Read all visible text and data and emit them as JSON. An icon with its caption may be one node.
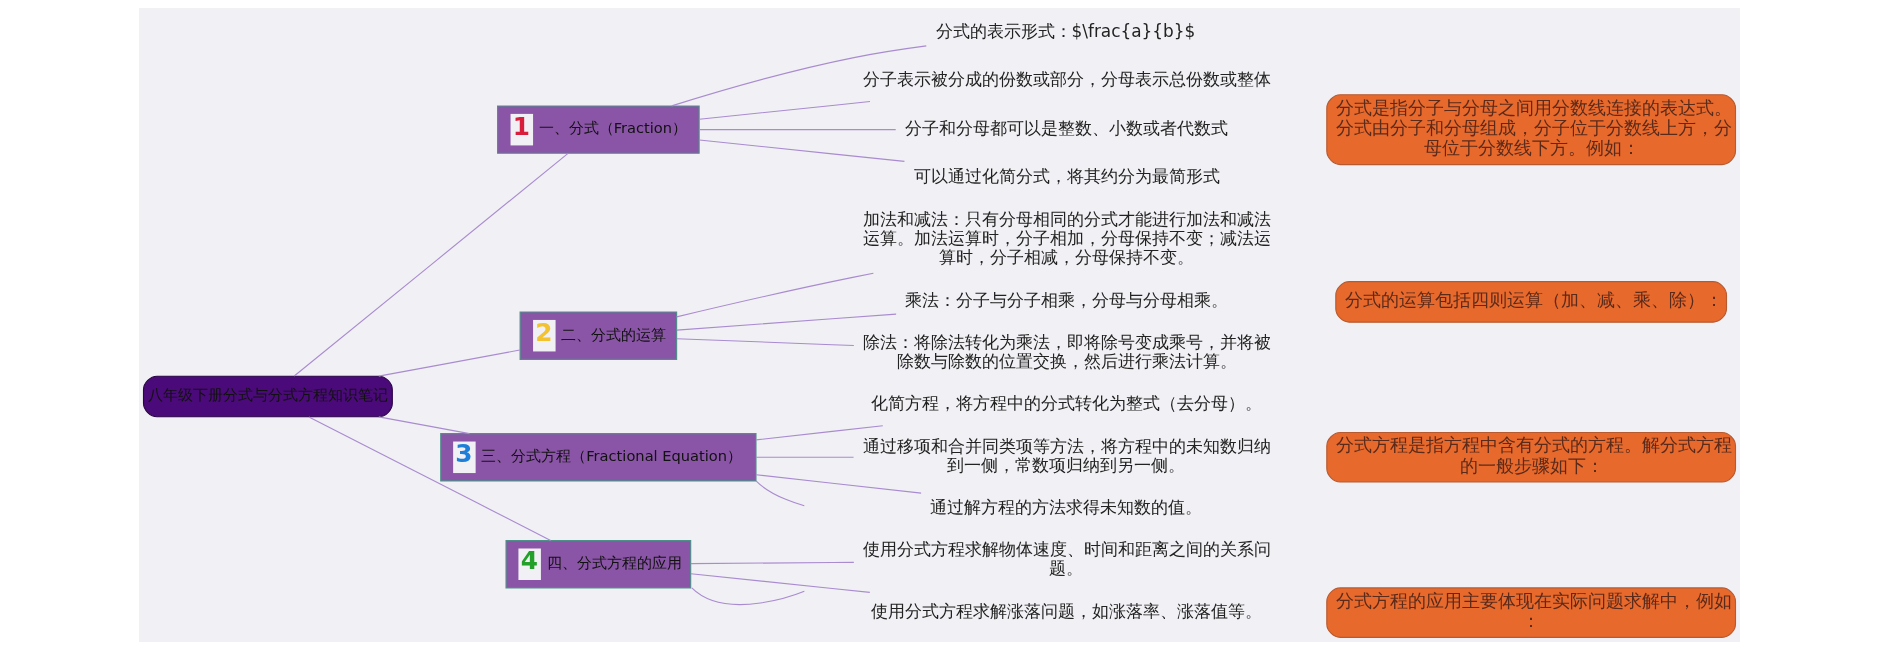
{
  "diagram": {
    "nodes": [
      {
        "text": [
          "八年级下册分式与分式方程知识笔记"
        ]
      },
      {
        "text": [
          "1",
          "一、分式（Fraction）"
        ]
      },
      {
        "text": [
          "分式的表示形式：$\\frac{a}{b}$"
        ]
      },
      {
        "text": [
          "分子表示被分成的份数或部分，分母表示总份数或整体"
        ]
      },
      {
        "text": [
          "分子和分母都可以是整数、小数或者代数式"
        ]
      },
      {
        "text": [
          "可以通过化简分式，将其约分为最简形式"
        ]
      },
      {
        "text": [
          "分式是指分子与分母之间用分数线连接的表达式。分式由分子和分母组成，分子位于分数线上方，分母位于分数线下方。例如："
        ]
      },
      {
        "text": [
          "2",
          "二、分式的运算"
        ]
      },
      {
        "text": [
          "加法和减法：只有分母相同的分式才能进行加法和减法运算。加法运算时，分子相加，分母保持不变；减法运算时，分子相减，分母保持不变。"
        ]
      },
      {
        "text": [
          "乘法：分子与分子相乘，分母与分母相乘。"
        ]
      },
      {
        "text": [
          "除法：将除法转化为乘法，即将除号变成乘号，并将被除数与除数的位置交换，然后进行乘法计算。"
        ]
      },
      {
        "text": [
          "分式的运算包括四则运算（加、减、乘、除）："
        ]
      },
      {
        "text": [
          "3",
          "三、分式方程（Fractional Equation）"
        ]
      },
      {
        "text": [
          "化简方程，将方程中的分式转化为整式（去分母）。"
        ]
      },
      {
        "text": [
          "通过移项和合并同类项等方法，将方程中的未知数归纳到一侧，常数项归纳到另一侧。"
        ]
      },
      {
        "text": [
          "通过解方程的方法求得未知数的值。"
        ]
      },
      {
        "text": [
          "分式方程是指方程中含有分式的方程。解分式方程的一般步骤如下："
        ]
      },
      {
        "text": [
          "4",
          "四、分式方程的应用"
        ]
      },
      {
        "text": [
          "使用分式方程求解物体速度、时间和距离之间的关系问题。"
        ]
      },
      {
        "text": [
          "使用分式方程求解涨落问题，如涨落率、涨落值等。"
        ]
      },
      {
        "text": [
          "分式方程的应用主要体现在实际问题求解中，例如："
        ]
      }
    ],
    "edges": [
      {
        "from": 0,
        "to": 1,
        "arrow": "none"
      },
      {
        "from": 1,
        "to": 2,
        "arrow": "none"
      },
      {
        "from": 1,
        "to": 3,
        "arrow": "none"
      },
      {
        "from": 1,
        "to": 4,
        "arrow": "none"
      },
      {
        "from": 1,
        "to": 5,
        "arrow": "none"
      },
      {
        "from": 0,
        "to": 7,
        "arrow": "none"
      },
      {
        "from": 7,
        "to": 8,
        "arrow": "none"
      },
      {
        "from": 7,
        "to": 9,
        "arrow": "none"
      },
      {
        "from": 7,
        "to": 10,
        "arrow": "none"
      },
      {
        "from": 0,
        "to": 12,
        "arrow": "none"
      },
      {
        "from": 12,
        "to": 13,
        "arrow": "none"
      },
      {
        "from": 12,
        "to": 14,
        "arrow": "none"
      },
      {
        "from": 12,
        "to": 15,
        "arrow": "none"
      },
      {
        "from": 12,
        "to": null,
        "arrow": "none"
      },
      {
        "from": 0,
        "to": 17,
        "arrow": "none"
      },
      {
        "from": 17,
        "to": 18,
        "arrow": "none"
      },
      {
        "from": 17,
        "to": 19,
        "arrow": "none"
      },
      {
        "from": 17,
        "to": null,
        "arrow": "none"
      }
    ]
  }
}
